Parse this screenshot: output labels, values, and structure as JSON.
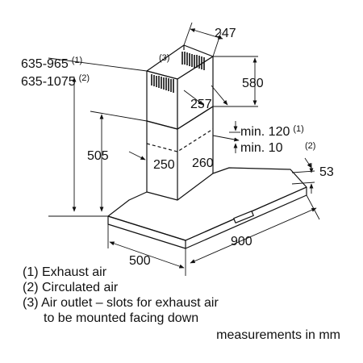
{
  "dimensions": {
    "total_height_exhaust": "635-965",
    "total_height_exhaust_ref": "(1)",
    "total_height_circulated": "635-1075",
    "total_height_circulated_ref": "(2)",
    "upper_chimney_width": "247",
    "upper_chimney_depth": "257",
    "upper_chimney_height": "580",
    "lower_height": "505",
    "lower_chimney_width": "250",
    "lower_chimney_depth": "260",
    "min_exhaust": "min. 120",
    "min_exhaust_ref": "(1)",
    "min_circulated": "min. 10",
    "min_circulated_ref": "(2)",
    "canopy_thickness": "53",
    "canopy_width": "900",
    "canopy_depth": "500",
    "air_outlet_ref": "(3)"
  },
  "legend": {
    "item1": "(1) Exhaust air",
    "item2": "(2) Circulated air",
    "item3_line1": "(3) Air outlet – slots for exhaust air",
    "item3_line2": "to be mounted facing down",
    "units": "measurements in mm"
  }
}
